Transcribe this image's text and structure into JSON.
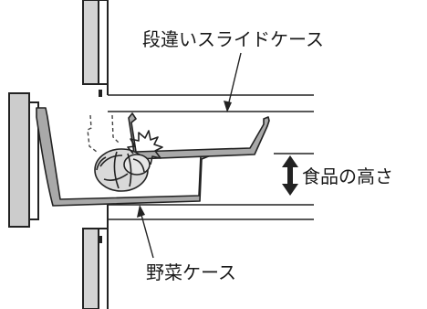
{
  "labels": {
    "upper_case": "段違いスライドケース",
    "food_height": "食品の高さ",
    "lower_case": "野菜ケース"
  },
  "colors": {
    "line": "#222222",
    "case_fill": "#aaaaaa",
    "panel_fill": "#cfcfcf",
    "cabbage": "#d8d8d8"
  },
  "icons": [
    "cabbage-icon",
    "collision-burst-icon",
    "double-arrow-icon"
  ]
}
